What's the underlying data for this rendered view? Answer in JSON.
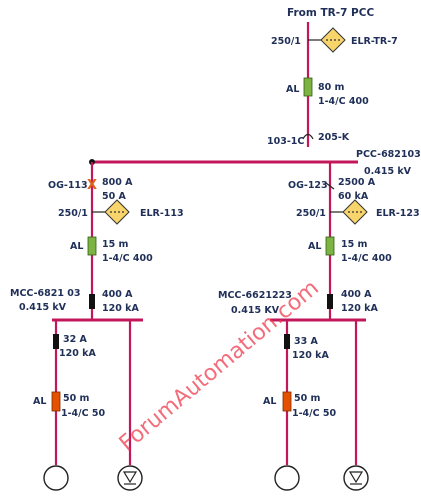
{
  "header": {
    "source": "From TR-7 PCC"
  },
  "incomer": {
    "ct": "250/1",
    "relay": "ELR-TR-7",
    "cable_type": "AL",
    "cable_length": "80 m",
    "cable_spec": "1-4/C 400",
    "breaker_id": "103-1C",
    "switch_id": "205-K"
  },
  "pcc": {
    "name": "PCC-682103",
    "voltage": "0.415 kV"
  },
  "feeder_left": {
    "id": "OG-113",
    "rating": "800 A",
    "fault": "50 A",
    "ct": "250/1",
    "relay": "ELR-113",
    "cable_type": "AL",
    "cable_length": "15 m",
    "cable_spec": "1-4/C 400",
    "mcc_breaker": "400 A",
    "mcc_breaking": "120 kA"
  },
  "feeder_right": {
    "id": "OG-123",
    "rating": "2500 A",
    "fault": "60 kA",
    "ct": "250/1",
    "relay": "ELR-123",
    "cable_type": "AL",
    "cable_length": "15 m",
    "cable_spec": "1-4/C 400",
    "mcc_breaker": "400 A",
    "mcc_breaking": "120 kA"
  },
  "mcc_left": {
    "name": "MCC-6821 03",
    "voltage": "0.415 kV",
    "branch_breaker": "32 A",
    "branch_breaking": "120 kA",
    "cable_type": "AL",
    "cable_length": "50 m",
    "cable_spec": "1-4/C 50"
  },
  "mcc_right": {
    "name": "MCC-6621223",
    "voltage": "0.415 KV",
    "branch_breaker": "33 A",
    "branch_breaking": "120 kA",
    "cable_type": "AL",
    "cable_length": "50 m",
    "cable_spec": "1-4/C 50"
  },
  "watermark": "ForumAutomation.com",
  "symbols": {
    "relay": "relay-diamond-icon",
    "motor": "motor-circle-icon",
    "lighting": "lighting-load-icon",
    "trip": "x-mark-icon"
  },
  "colors": {
    "wire": "#c2185b",
    "relay_fill": "#f8d56a",
    "cable_400": "#7cb342",
    "cable_50": "#e65100",
    "text": "#1f2f57",
    "trip_mark": "#e0601a",
    "watermark": "#ee3b4e"
  }
}
